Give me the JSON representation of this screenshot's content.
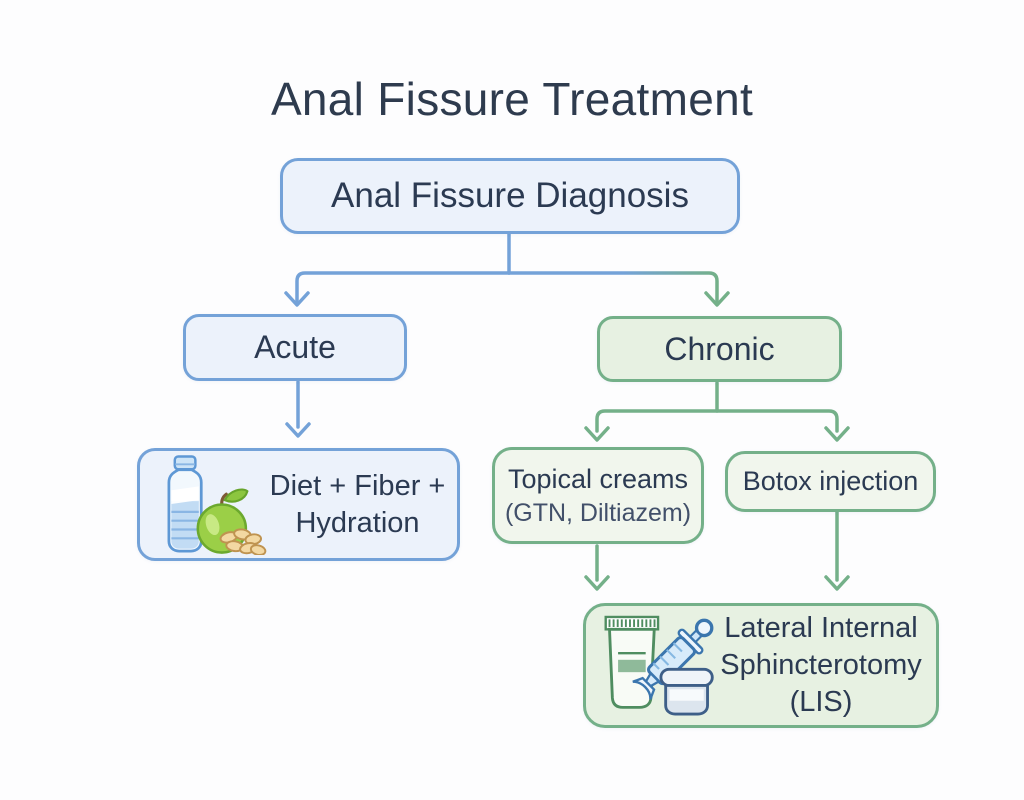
{
  "title": "Anal Fissure Treatment",
  "colors": {
    "background": "#fdfdfe",
    "title_text": "#2e3b4e",
    "node_text": "#2b3a52",
    "sub_text": "#42506a",
    "blue_border": "#74a2d8",
    "blue_fill": "#ecf2fb",
    "green_border": "#74b089",
    "green_fill": "#e7f1e2",
    "green_fill_light": "#f1f6ed"
  },
  "nodes": {
    "diagnosis": {
      "label": "Anal Fissure Diagnosis"
    },
    "acute": {
      "label": "Acute"
    },
    "chronic": {
      "label": "Chronic"
    },
    "diet": {
      "line1": "Diet + Fiber +",
      "line2": "Hydration",
      "icons": [
        "water-bottle",
        "green-apple",
        "nuts"
      ]
    },
    "topical": {
      "line1": "Topical creams",
      "line2": "(GTN, Diltiazem)"
    },
    "botox": {
      "label": "Botox injection"
    },
    "lis": {
      "line1": "Lateral Internal",
      "line2": "Sphincterotomy",
      "line3": "(LIS)",
      "icons": [
        "cream-tube",
        "syringe",
        "ointment-jar"
      ]
    }
  },
  "edges": [
    {
      "from": "diagnosis",
      "to": "acute"
    },
    {
      "from": "diagnosis",
      "to": "chronic"
    },
    {
      "from": "acute",
      "to": "diet"
    },
    {
      "from": "chronic",
      "to": "topical"
    },
    {
      "from": "chronic",
      "to": "botox"
    },
    {
      "from": "topical",
      "to": "lis"
    },
    {
      "from": "botox",
      "to": "lis"
    }
  ]
}
